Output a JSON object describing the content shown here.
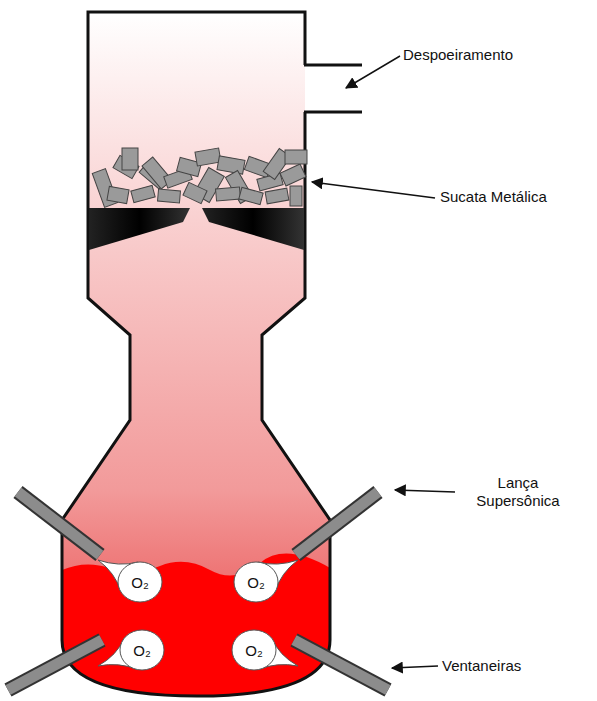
{
  "diagram": {
    "nodes": [
      {
        "text": [
          "O₂"
        ]
      },
      {
        "text": [
          "O₂"
        ]
      },
      {
        "text": [
          "O₂"
        ]
      },
      {
        "text": [
          "O₂"
        ]
      }
    ],
    "labels": [
      "Despoeiramento",
      "Sucata Metálica",
      "Lança Supersônica",
      "Ventaneiras"
    ]
  }
}
